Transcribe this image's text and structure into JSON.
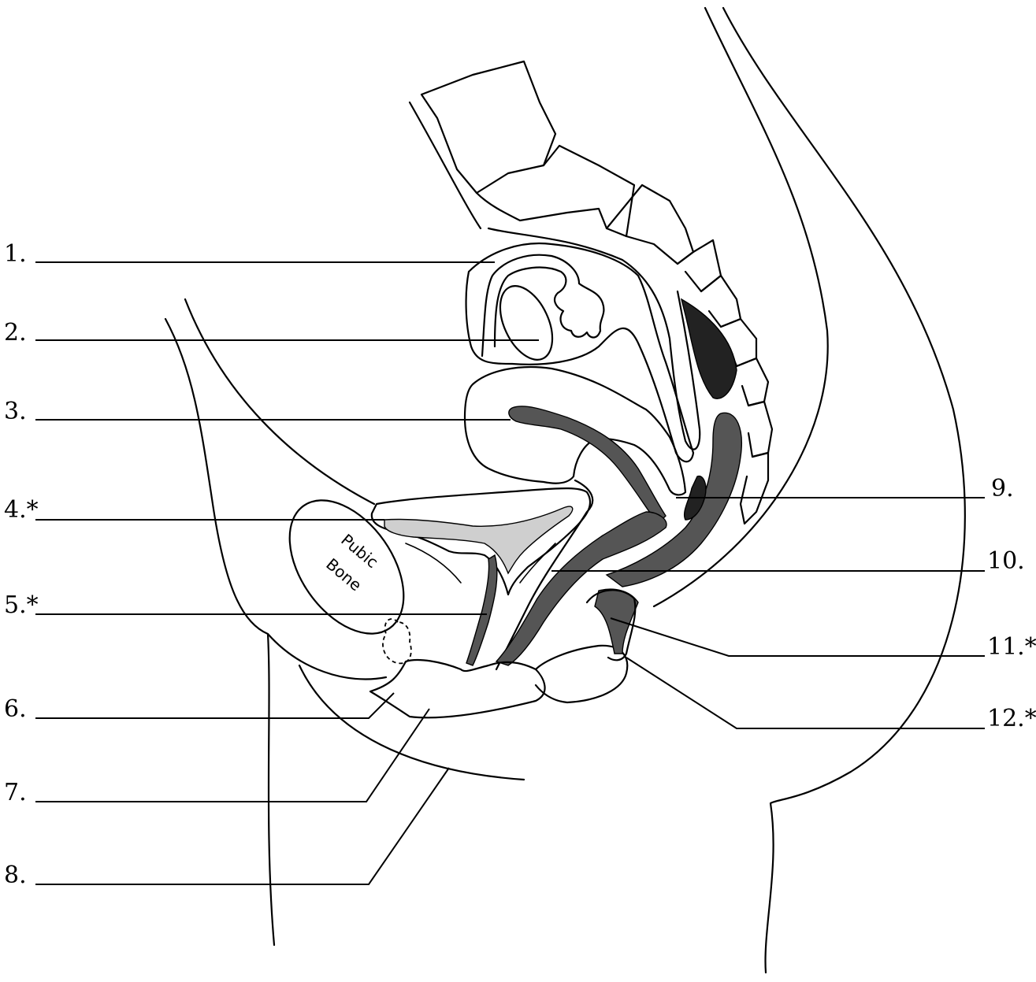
{
  "labels": {
    "l1": "1.",
    "l2": "2.",
    "l3": "3.",
    "l4": "4.*",
    "l5": "5.*",
    "l6": "6.",
    "l7": "7.",
    "l8": "8.",
    "l9": "9.",
    "l10": "10.",
    "l11": "11.*",
    "l12": "12.*"
  },
  "inline_text": {
    "pubic": "Pubic",
    "bone": "Bone"
  }
}
